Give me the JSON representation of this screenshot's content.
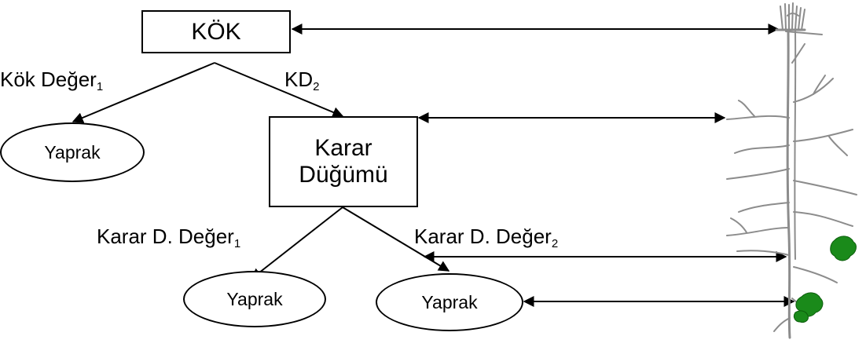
{
  "root": {
    "label": "KÖK"
  },
  "decision": {
    "line1": "Karar",
    "line2": "Düğümü"
  },
  "edges": {
    "root_left": {
      "base": "Kök Değer",
      "sub": "1"
    },
    "root_right": {
      "base": "KD",
      "sub": "2"
    },
    "decision_left": {
      "base": "Karar D. Değer",
      "sub": "1"
    },
    "decision_right": {
      "base": "Karar D. Değer",
      "sub": "2"
    }
  },
  "leaves": [
    {
      "label": "Yaprak"
    },
    {
      "label": "Yaprak"
    },
    {
      "label": "Yaprak"
    }
  ],
  "colors": {
    "line": "#000000",
    "leaf_green": "#1a8a1a",
    "root_line": "#9a9a9a"
  },
  "illustration": {
    "name": "plant-root-system"
  }
}
